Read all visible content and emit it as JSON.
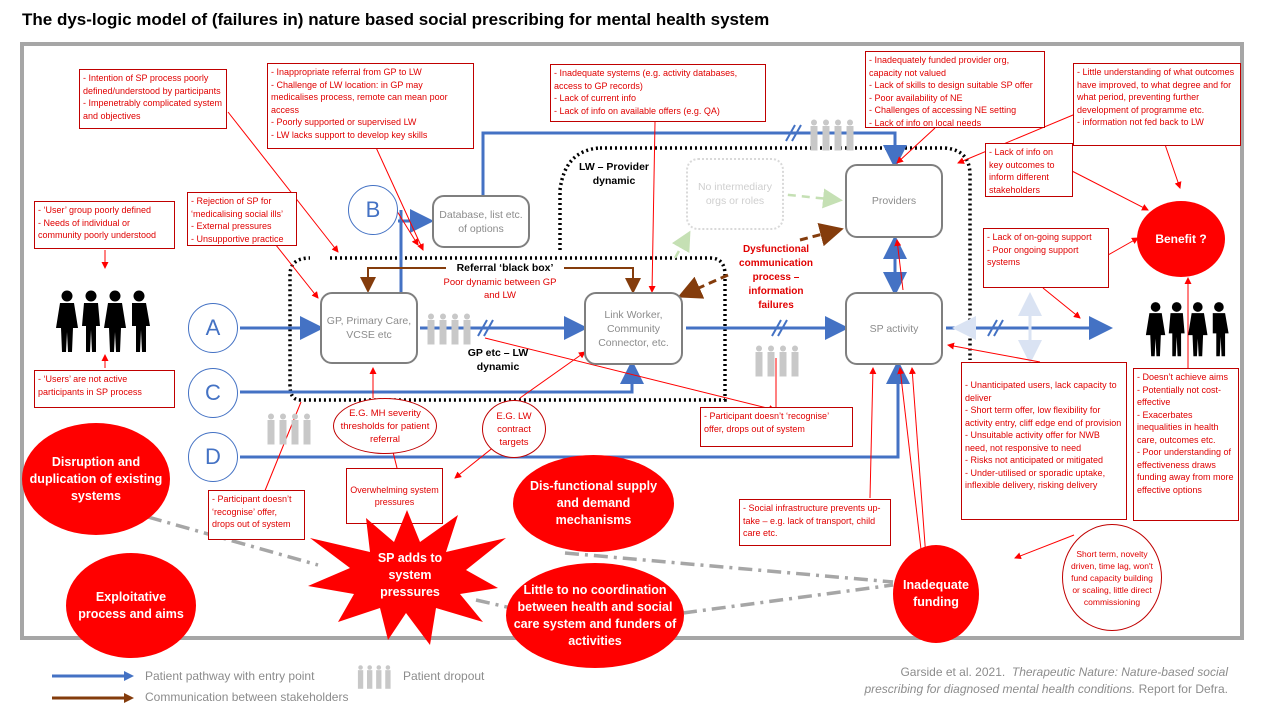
{
  "title": "The dys-logic model of (failures in) nature based social prescribing for mental health system",
  "colors": {
    "pathway": "#4472c4",
    "communication": "#843c0c",
    "failure": "#ff0000",
    "note_text": "#e00000",
    "node_border": "#7f7f7f",
    "frame": "#a6a6a6"
  },
  "entry_points": {
    "a": "A",
    "b": "B",
    "c": "C",
    "d": "D"
  },
  "nodes": {
    "gp": "GP, Primary Care, VCSE etc",
    "database": "Database, list etc. of options",
    "link_worker": "Link Worker, Community Connector, etc.",
    "intermediary": "No intermediary orgs or roles",
    "providers": "Providers",
    "sp_activity": "SP activity"
  },
  "labels": {
    "lw_provider": "LW – Provider dynamic",
    "referral_black_box": "Referral ‘black box’",
    "poor_dynamic": "Poor dynamic between GP and LW",
    "gp_lw_dynamic": "GP etc – LW dynamic",
    "dysfunctional_comm": "Dysfunctional communication process – information failures"
  },
  "notes": {
    "intention": [
      "- Intention of SP process poorly defined/understood by participants",
      "- Impenetrably complicated system and objectives"
    ],
    "referral": [
      "- Inappropriate referral from GP to LW",
      "- Challenge of LW location: in GP may medicalises process, remote can mean poor access",
      "- Poorly supported or supervised LW",
      "- LW lacks support to develop key skills"
    ],
    "systems": [
      "- Inadequate systems (e.g. activity databases, access to GP records)",
      "- Lack of current info",
      "- Lack of info on available offers (e.g. QA)"
    ],
    "provider_org": [
      "- Inadequately funded provider org, capacity not valued",
      "- Lack of skills to design suitable SP offer",
      "- Poor availability of NE",
      "- Challenges of accessing NE setting",
      "- Lack of info on local needs"
    ],
    "outcomes": [
      "- Little understanding of what outcomes have improved, to what degree and for what period, preventing further development of programme etc.",
      "- information not fed back to LW"
    ],
    "key_outcomes": [
      "- Lack of info on key outcomes to inform different stakeholders"
    ],
    "rejection": [
      "- Rejection of SP for ‘medicalising social ills’",
      "- External pressures",
      "- Unsupportive practice"
    ],
    "user_group": [
      "- ‘User’ group poorly defined",
      "- Needs of individual or community poorly understood"
    ],
    "users_not_active": [
      "- ‘Users’ are not active participants in SP process"
    ],
    "ongoing_support": [
      "- Lack of on-going support",
      "- Poor ongoing support systems"
    ],
    "sp_activity_issues": [
      "- Unanticipated users, lack capacity to deliver",
      "- Short term offer, low flexibility for activity entry, cliff edge end of provision",
      "- Unsuitable activity offer for NWB need, not responsive to need",
      "- Risks not anticipated or mitigated",
      "- Under-utilised or sporadic uptake, inflexible delivery, risking delivery"
    ],
    "benefit_issues": [
      "- Doesn’t achieve aims",
      "- Potentially not cost-effective",
      "- Exacerbates inequalities in health care, outcomes etc.",
      "- Poor understanding of effectiveness draws funding away from more effective options"
    ],
    "participant_drop_lw": [
      "- Participant doesn’t ‘recognise’ offer, drops out of system"
    ],
    "participant_drop_gp": [
      "- Participant doesn’t ‘recognise’ offer, drops out of system"
    ],
    "overwhelming": [
      "Overwhelming system pressures"
    ],
    "social_infra": [
      "- Social infrastructure prevents up-take – e.g. lack of transport, child care etc."
    ]
  },
  "oval_notes": {
    "mh_thresholds": "E.G. MH severity thresholds for patient referral",
    "lw_targets": "E.G. LW contract targets",
    "funding_detail": "Short term, novelty driven, time lag, won't fund capacity building or scaling, little direct commissioning"
  },
  "failures": {
    "benefit": "Benefit ?",
    "disruption": "Disruption and duplication of existing systems",
    "exploitative": "Exploitative process and aims",
    "supply_demand": "Dis-functional supply and demand mechanisms",
    "sp_adds": "SP adds to system pressures",
    "coordination": "Little to no coordination between health and social care system and funders of activities",
    "funding": "Inadequate funding"
  },
  "legend": {
    "pathway": "Patient pathway with entry point",
    "dropout": "Patient dropout",
    "communication": "Communication between stakeholders"
  },
  "citation": {
    "authors": "Garside et al. 2021.",
    "title_line1": "Therapeutic Nature: Nature-based social",
    "title_line2": "prescribing for diagnosed mental health conditions.",
    "suffix": "Report for Defra."
  }
}
